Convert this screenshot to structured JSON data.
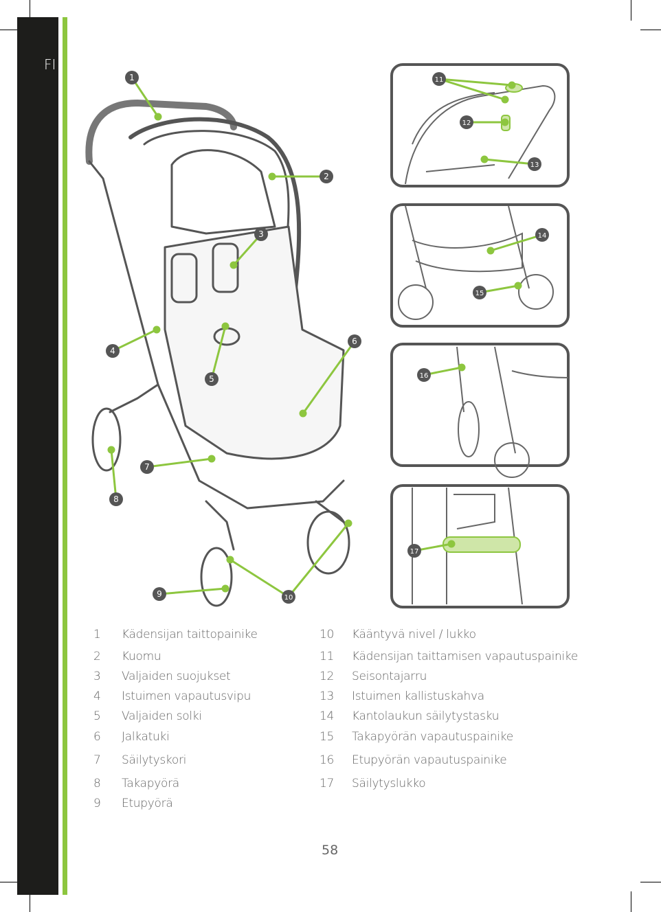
{
  "language": "FI",
  "page_number": "58",
  "colors": {
    "accent": "#8dc63f",
    "sidebar": "#1d1d1b",
    "callout": "#555555"
  },
  "callouts": [
    "1",
    "2",
    "3",
    "4",
    "5",
    "6",
    "7",
    "8",
    "9",
    "10",
    "11",
    "12",
    "13",
    "14",
    "15",
    "16",
    "17"
  ],
  "parts_left": [
    {
      "num": "1",
      "label": "Kädensijan taittopainike"
    },
    {
      "num": "2",
      "label": "Kuomu"
    },
    {
      "num": "3",
      "label": "Valjaiden suojukset"
    },
    {
      "num": "4",
      "label": "Istuimen vapautusvipu"
    },
    {
      "num": "5",
      "label": "Valjaiden solki"
    },
    {
      "num": "6",
      "label": "Jalkatuki"
    },
    {
      "num": "7",
      "label": "Säilytyskori"
    },
    {
      "num": "8",
      "label": "Takapyörä"
    },
    {
      "num": "9",
      "label": "Etupyörä"
    }
  ],
  "parts_right": [
    {
      "num": "10",
      "label": "Kääntyvä nivel / lukko"
    },
    {
      "num": "11",
      "label": "Kädensijan taittamisen vapautuspainike"
    },
    {
      "num": "12",
      "label": "Seisontajarru"
    },
    {
      "num": "13",
      "label": "Istuimen kallistuskahva"
    },
    {
      "num": "14",
      "label": "Kantolaukun säilytystasku"
    },
    {
      "num": "15",
      "label": "Takapyörän vapautuspainike"
    },
    {
      "num": "16",
      "label": "Etupyörän vapautuspainike"
    },
    {
      "num": "17",
      "label": "Säilytyslukko"
    }
  ]
}
